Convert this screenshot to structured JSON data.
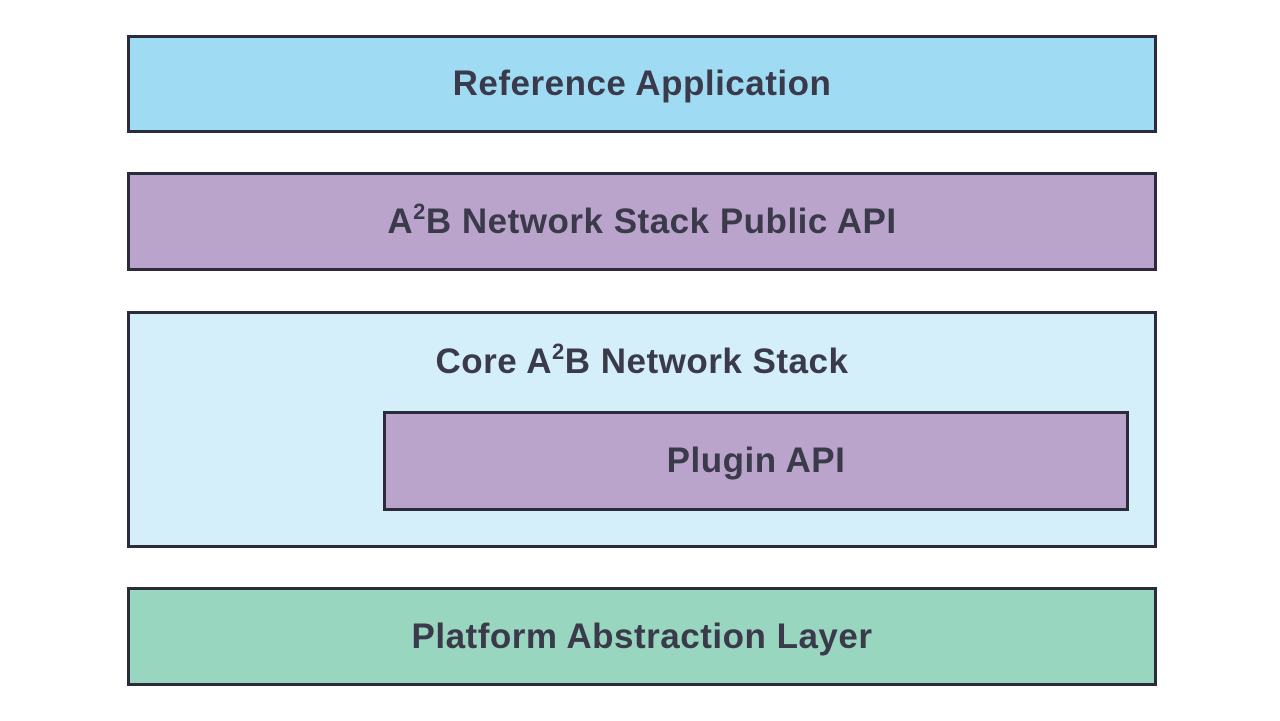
{
  "diagram": {
    "layers": {
      "reference_application": {
        "label": "Reference Application",
        "color": "#9fdcf4"
      },
      "public_api": {
        "label_prefix": "A",
        "label_superscript": "2",
        "label_suffix": "B Network Stack Public API",
        "color": "#bba4cb"
      },
      "core_stack": {
        "label_prefix": "Core A",
        "label_superscript": "2",
        "label_suffix": "B Network Stack",
        "color": "#d4eff9"
      },
      "plugin_api": {
        "label": "Plugin API",
        "color": "#bba4cb"
      },
      "platform_abstraction": {
        "label": "Platform Abstraction Layer",
        "color": "#98d6c0"
      }
    },
    "border_color": "#2b2b3b",
    "text_color": "#3a3a4a"
  }
}
